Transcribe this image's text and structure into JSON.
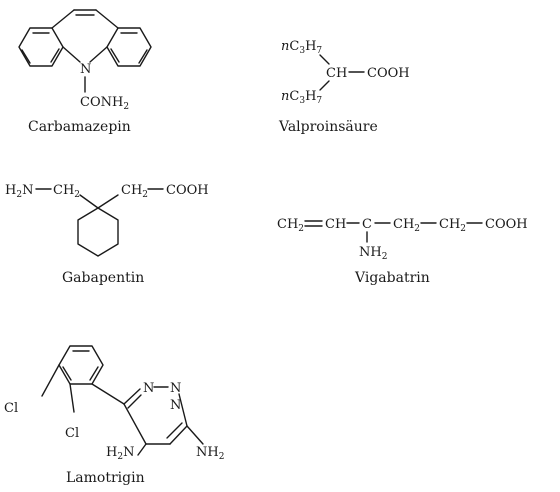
{
  "carbamazepin": {
    "name": "Carbamazepin",
    "n": "N",
    "conh2": "CONH",
    "conh2_sub": "2"
  },
  "valproinsaeure": {
    "name": "Valproinsäure",
    "n_top": "n",
    "c_top": "C",
    "c_top_sub": "3",
    "h_top": "H",
    "h_top_sub": "7",
    "ch": "CH",
    "cooh": "COOH",
    "n_bot": "n",
    "c_bot": "C",
    "c_bot_sub": "3",
    "h_bot": "H",
    "h_bot_sub": "7"
  },
  "gabapentin": {
    "name": "Gabapentin",
    "h2n": "H",
    "h2n_sub": "2",
    "h2n_n": "N",
    "ch2_left": "CH",
    "ch2_left_sub": "2",
    "ch2_right": "CH",
    "ch2_right_sub": "2",
    "cooh": "COOH"
  },
  "vigabatrin": {
    "name": "Vigabatrin",
    "ch2": "CH",
    "ch2_sub": "2",
    "ch": "CH",
    "c": "C",
    "ch2_b": "CH",
    "ch2_b_sub": "2",
    "ch2_c": "CH",
    "ch2_c_sub": "2",
    "cooh": "COOH",
    "nh2": "NH",
    "nh2_sub": "2"
  },
  "lamotrigin": {
    "name": "Lamotrigin",
    "cl1": "Cl",
    "cl2": "Cl",
    "n1": "N",
    "n2": "N",
    "n3": "N",
    "h2n": "H",
    "h2n_sub": "2",
    "h2n_n": "N",
    "nh2": "NH",
    "nh2_sub": "2"
  }
}
